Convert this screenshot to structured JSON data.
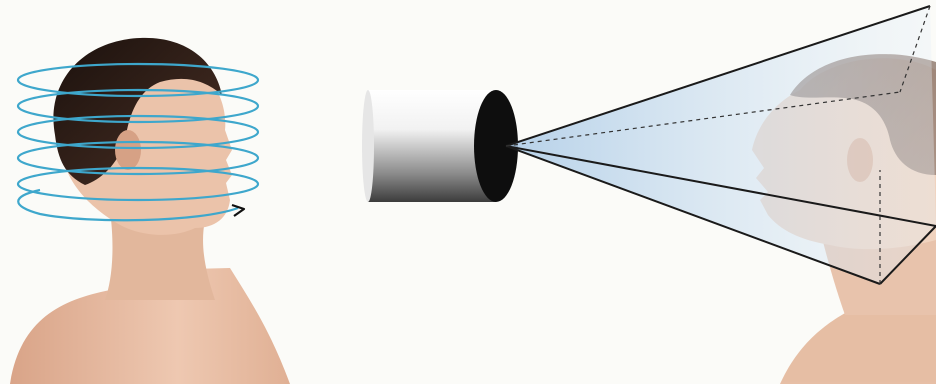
{
  "colors": {
    "background": "#fbfbf8",
    "skin": "#e9c0a8",
    "skin_shadow": "#c98f72",
    "hair": "#2a1b16",
    "ring": "#3ea7cc",
    "camera_body_light": "#f4f4f4",
    "camera_body_dark": "#4a4a4a",
    "lens": "#111111",
    "frustum_fill": "#c9def0",
    "frustum_edge": "#1a1a1a"
  },
  "panels": [
    {
      "id": "multi-ring-scan",
      "icon": "rotation-rings-icon",
      "ring_count": 6
    },
    {
      "id": "camera-projection",
      "icon": "camera-icon"
    }
  ]
}
